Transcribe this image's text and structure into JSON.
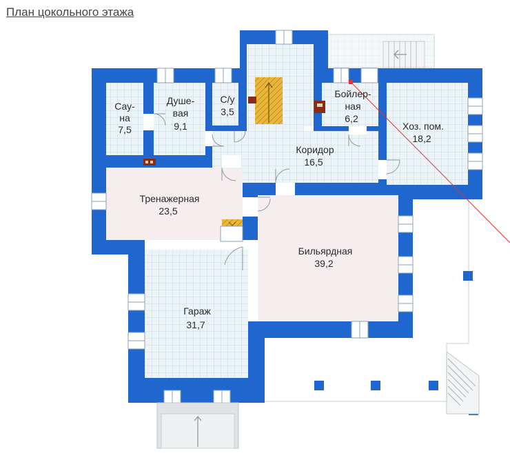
{
  "title": "План цокольного этажа",
  "colors": {
    "wall": "#1f66cf",
    "tile_floor": "#eaf3f6",
    "plain_floor": "#f7eeee",
    "stairs": "#e7b53a",
    "grid": "#c9dbe2",
    "accent_red": "#e53030"
  },
  "rooms": {
    "sauna": {
      "name_l1": "Сау-",
      "name_l2": "на",
      "area": "7,5"
    },
    "shower": {
      "name_l1": "Душе-",
      "name_l2": "вая",
      "area": "9,1"
    },
    "wc": {
      "name": "С/у",
      "area": "3,5"
    },
    "boiler": {
      "name_l1": "Бойлер-",
      "name_l2": "ная",
      "area": "6,2"
    },
    "utility": {
      "name": "Хоз. пом.",
      "area": "18,2"
    },
    "corridor": {
      "name": "Коридор",
      "area": "16,5"
    },
    "gym": {
      "name": "Тренажерная",
      "area": "23,5"
    },
    "billiard": {
      "name": "Бильярдная",
      "area": "39,2"
    },
    "garage": {
      "name": "Гараж",
      "area": "31,7"
    }
  }
}
